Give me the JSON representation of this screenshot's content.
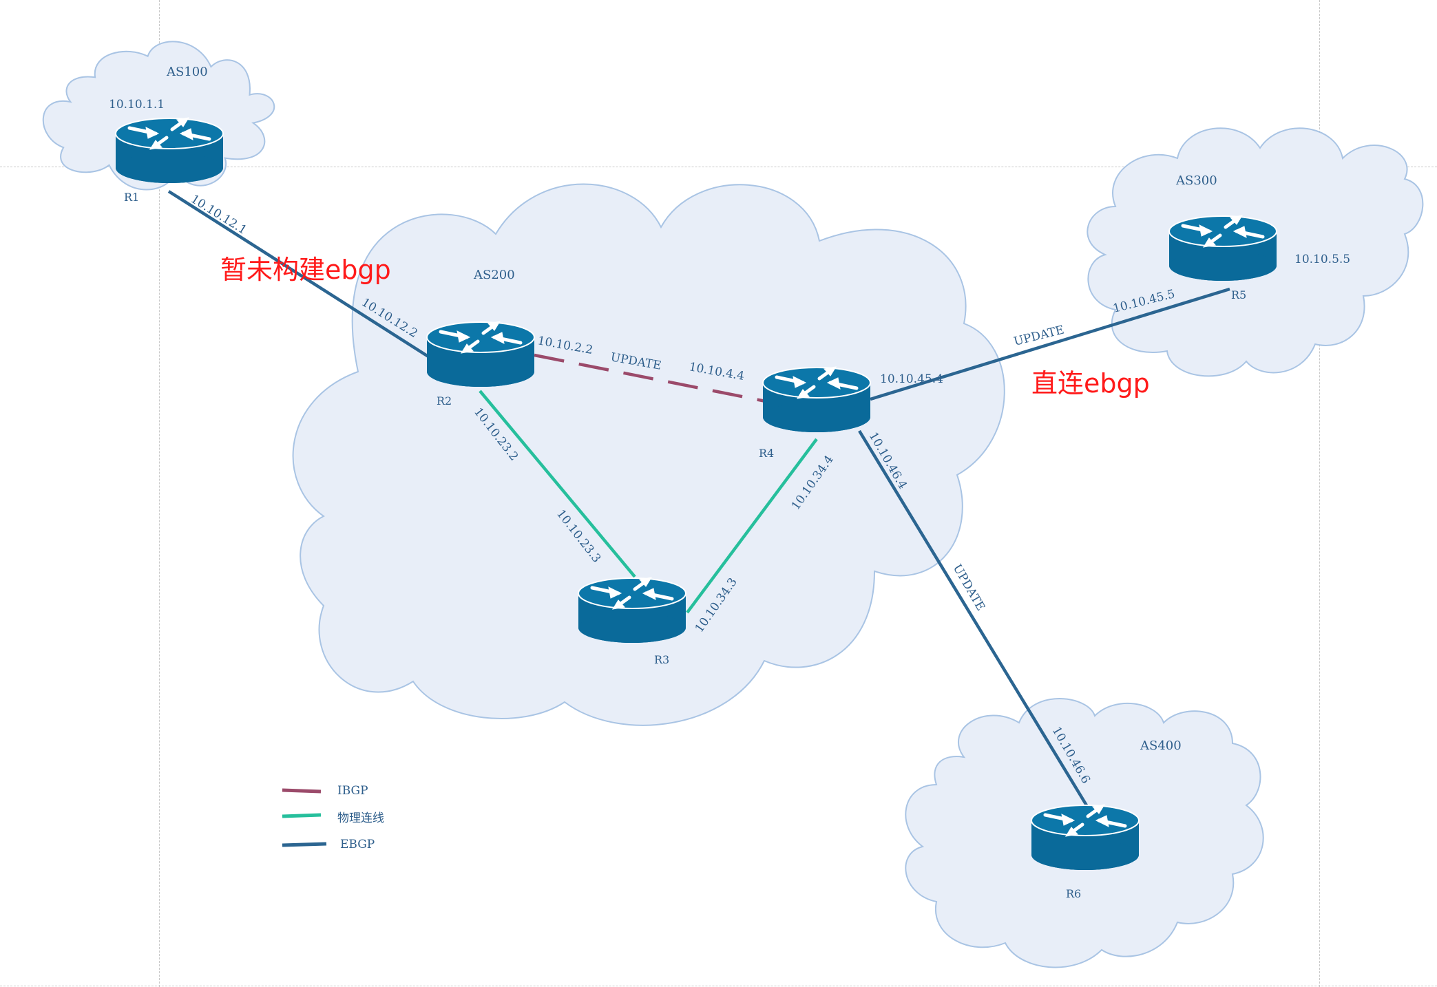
{
  "colors": {
    "ibgp": "#9b4a6a",
    "physical": "#26bf9c",
    "ebgp": "#2b6591",
    "cloud_fill": "#e8eef8",
    "cloud_stroke": "#a9c4e4",
    "router": "#0a6a9a",
    "note": "#ff1a1a"
  },
  "clouds": {
    "as100": "AS100",
    "as200": "AS200",
    "as300": "AS300",
    "as400": "AS400"
  },
  "routers": {
    "r1": "R1",
    "r2": "R2",
    "r3": "R3",
    "r4": "R4",
    "r5": "R5",
    "r6": "R6"
  },
  "addresses": {
    "r1_loopback": "10.10.1.1",
    "r5_loopback": "10.10.5.5",
    "r1_r2_r1": "10.10.12.1",
    "r1_r2_r2": "10.10.12.2",
    "r2_loop": "10.10.2.2",
    "r4_loop": "10.10.4.4",
    "r2_r3_r2": "10.10.23.2",
    "r2_r3_r3": "10.10.23.3",
    "r3_r4_r3": "10.10.34.3",
    "r3_r4_r4": "10.10.34.4",
    "r4_r5_r4": "10.10.45.4",
    "r4_r5_r5": "10.10.45.5",
    "r4_r6_r4": "10.10.46.4",
    "r4_r6_r6": "10.10.46.6"
  },
  "updates": {
    "ibgp": "UPDATE",
    "r4_r5": "UPDATE",
    "r4_r6": "UPDATE"
  },
  "notes": {
    "r1_r2": "暂未构建ebgp",
    "r4_r5": "直连ebgp"
  },
  "legend": {
    "ibgp": "IBGP",
    "physical": "物理连线",
    "ebgp": "EBGP"
  },
  "icons": {
    "router": "router-icon",
    "cloud": "cloud-shape"
  }
}
